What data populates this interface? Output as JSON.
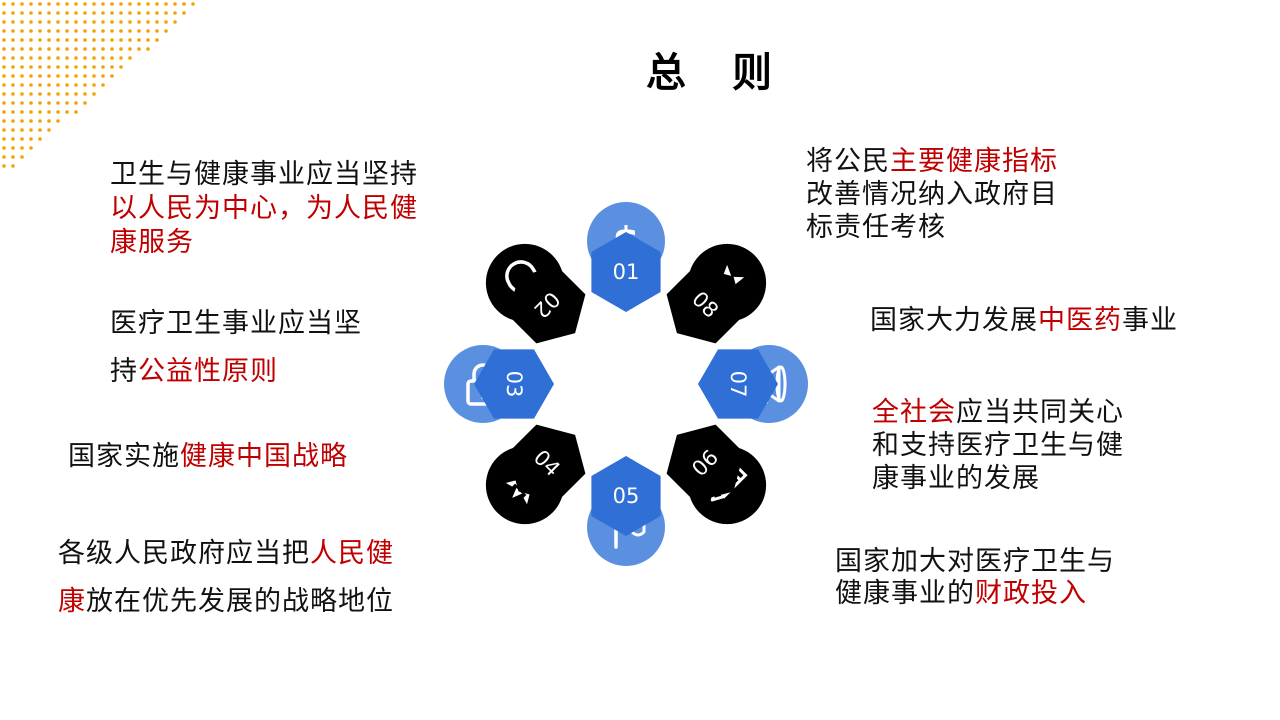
{
  "title": {
    "part1": "总",
    "part2": "则"
  },
  "colors": {
    "highlight": "#c00000",
    "blue_hex": "#2f6fd6",
    "light_blue_circle": "#5b8fe0",
    "black": "#000000",
    "dots": "#f2a300"
  },
  "diagram": {
    "nodes": [
      {
        "num": "01",
        "hex": "blue",
        "icon": "dollar-icon"
      },
      {
        "num": "08",
        "hex": "black",
        "icon": "star-icon"
      },
      {
        "num": "07",
        "hex": "blue",
        "icon": "megaphone-icon"
      },
      {
        "num": "06",
        "hex": "black",
        "icon": "pencil-icon"
      },
      {
        "num": "05",
        "hex": "blue",
        "icon": "flag-icon"
      },
      {
        "num": "04",
        "hex": "black",
        "icon": "rocket-icon"
      },
      {
        "num": "03",
        "hex": "blue",
        "icon": "lock-icon"
      },
      {
        "num": "02",
        "hex": "black",
        "icon": "lightbulb-icon"
      }
    ]
  },
  "left": {
    "p1": {
      "a": "卫生与健康事业应当坚持",
      "b": "以人民为中心，为人民健",
      "c": "康服务"
    },
    "p2": {
      "a": "医疗卫生事业应当坚",
      "b": "持",
      "c": "公益性原则"
    },
    "p3": {
      "a": "国家实施",
      "b": "健康中国战略"
    },
    "p4": {
      "a": "各级人民政府应当把",
      "b": "人民健",
      "c": "康",
      "d": "放在优先发展的战略地位"
    }
  },
  "right": {
    "p1": {
      "a": "将公民",
      "b": "主要健康指标",
      "c": "改善情况纳入政府目",
      "d": "标责任考核"
    },
    "p2": {
      "a": "国家大力发展",
      "b": "中医药",
      "c": "事业"
    },
    "p3": {
      "a": "全社会",
      "b": "应当共同关心",
      "c": "和支持医疗卫生与健",
      "d": "康事业的发展"
    },
    "p4": {
      "a": "国家加大对医疗卫生与",
      "b": "健康事业的",
      "c": "财政投入"
    }
  }
}
